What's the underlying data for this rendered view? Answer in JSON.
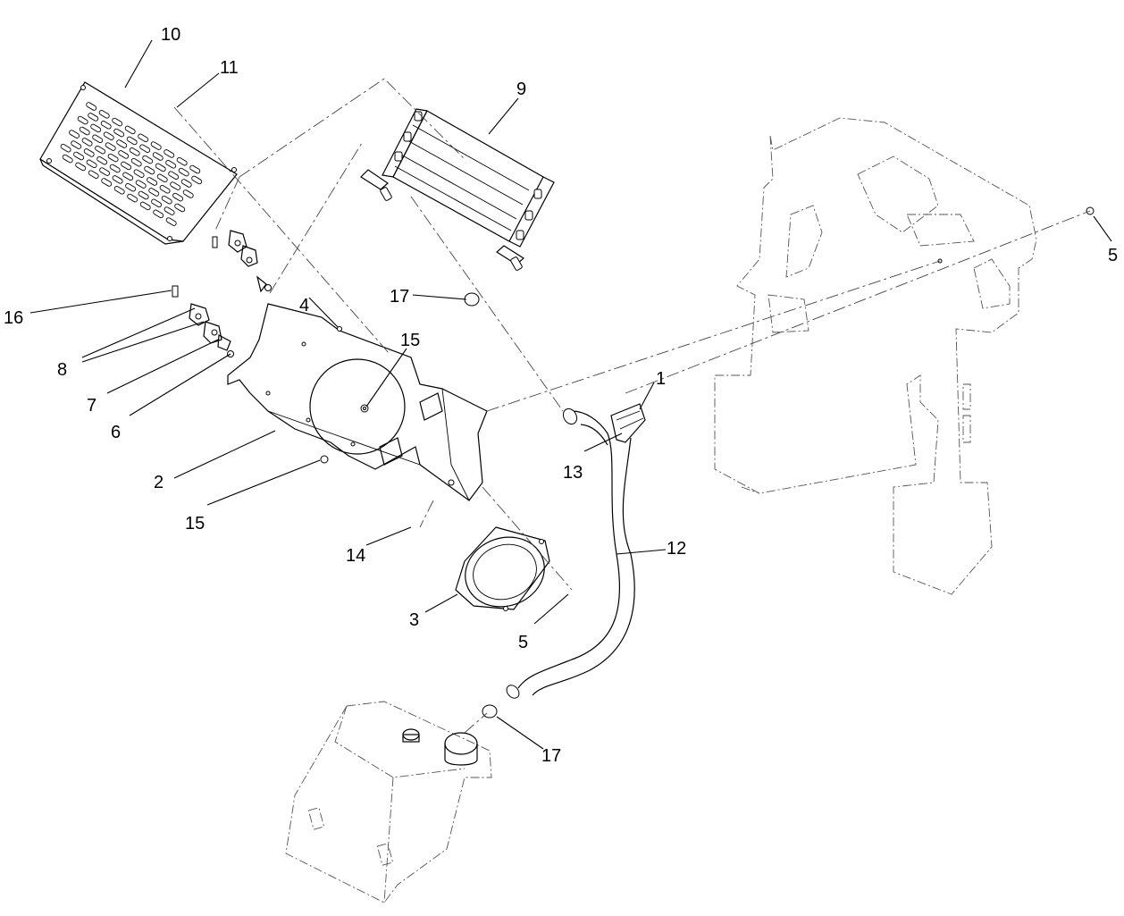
{
  "callouts": [
    {
      "id": "c1",
      "text": "1"
    },
    {
      "id": "c2",
      "text": "2"
    },
    {
      "id": "c3",
      "text": "3"
    },
    {
      "id": "c4",
      "text": "4"
    },
    {
      "id": "c5a",
      "text": "5"
    },
    {
      "id": "c5b",
      "text": "5"
    },
    {
      "id": "c6",
      "text": "6"
    },
    {
      "id": "c7",
      "text": "7"
    },
    {
      "id": "c8",
      "text": "8"
    },
    {
      "id": "c9",
      "text": "9"
    },
    {
      "id": "c10",
      "text": "10"
    },
    {
      "id": "c11",
      "text": "11"
    },
    {
      "id": "c12",
      "text": "12"
    },
    {
      "id": "c13",
      "text": "13"
    },
    {
      "id": "c14",
      "text": "14"
    },
    {
      "id": "c15a",
      "text": "15"
    },
    {
      "id": "c15b",
      "text": "15"
    },
    {
      "id": "c16",
      "text": "16"
    },
    {
      "id": "c17a",
      "text": "17"
    },
    {
      "id": "c17b",
      "text": "17"
    }
  ]
}
